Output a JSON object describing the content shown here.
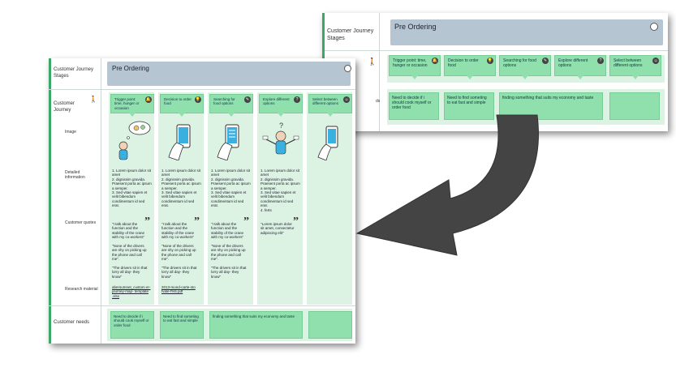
{
  "back_sheet": {
    "row_customer_journey_stages": "Customer Journey Stages",
    "stage_title": "Pre Ordering",
    "steps": [
      "Trigger point: time, hunger or occasion",
      "Decision to order food",
      "Searching for food options",
      "Explore different options",
      "Select between different options"
    ],
    "needs": [
      "Need to decide if i should cook myself or order food",
      "Need to find someting to eat fast and simple",
      "finding something that suits my economy and taste",
      ""
    ],
    "partial_label": "ds"
  },
  "front_sheet": {
    "row_customer_journey_stages": "Customer Journey Stages",
    "row_customer_journey": "Customer Journey",
    "row_image": "Image",
    "row_detailed_information": "Detailed information",
    "row_customer_quotes": "Customer quotes",
    "row_research_material": "Research material",
    "row_customer_needs": "Customer needs",
    "stage_title": "Pre Ordering",
    "steps": [
      "Trigger point: time, hunger or occasion",
      "Decision to order food",
      "Searching for food options",
      "Explore different options",
      "Select between different options"
    ],
    "details": [
      "1. Lorem ipsum dolor sit amet\n2. dignissim gravida. Praesent porta ac ipsum a semper.\n3. Sed vitae sapien et velit bibendum condimentum id sed erat.",
      "1. Lorem ipsum dolor sit amet\n2. dignissim gravida. Praesent porta ac ipsum a semper.\n3. Sed vitae sapien et velit bibendum condimentum id sed erat.",
      "1. Lorem ipsum dolor sit amet\n2. dignissim gravida. Praesent porta ac ipsum a semper.\n3. Sed vitae sapien et velit bibendum condimentum id sed erat.",
      "1. Lorem ipsum dolor sit amet\n2. dignissim gravida. Praesent porta ac ipsum a semper.\n3. Sed vitae sapien et velit bibendum condimentum id sed erat.\n4. ferts",
      ""
    ],
    "quotes": [
      "\"I talk about the function and the stability of the crane with my co-workers\"\n\n\"None of the drivers are shy on picking up the phone and call me\".\n\n\"The drivers sit in that lorry all day- they know\"",
      "\"I talk about the function and the stability of the crane with my co-workers\"\n\n\"None of the drivers are shy on picking up the phone and call me\".\n\n\"The drivers sit in that lorry all day- they know\"",
      "\"I talk about the function and the stability of the crane with my co-workers\"\n\n\"None of the drivers are shy on picking up the phone and call me\".\n\n\"The drivers sit in that lorry all day- they know\"",
      "\"Lorem ipsum dolor sit amet, consectetur adipiscing elit\"",
      ""
    ],
    "research": [
      "abersumnet_custom er-journey-map- template .xlsx",
      "2013-mond-carte-sto fvale-f%5.pdf",
      "",
      "",
      ""
    ],
    "needs": [
      "Need to decide if i should cook myself or order food",
      "Need to find someting to eat fast and simple",
      "finding something that suits my economy and taste",
      ""
    ]
  },
  "icons": {
    "stage_icon": "refresh-circle-icon",
    "journey_icon": "walking-person-icon",
    "step_icons": [
      "bell-icon",
      "lightbulb-icon",
      "pencil-icon",
      "question-icon",
      "smiley-icon"
    ]
  },
  "colors": {
    "step_green": "#8fe0ad",
    "lane_light": "#dcf2e3",
    "stage_bar": "#b6c5d2",
    "arrow": "#444444"
  }
}
